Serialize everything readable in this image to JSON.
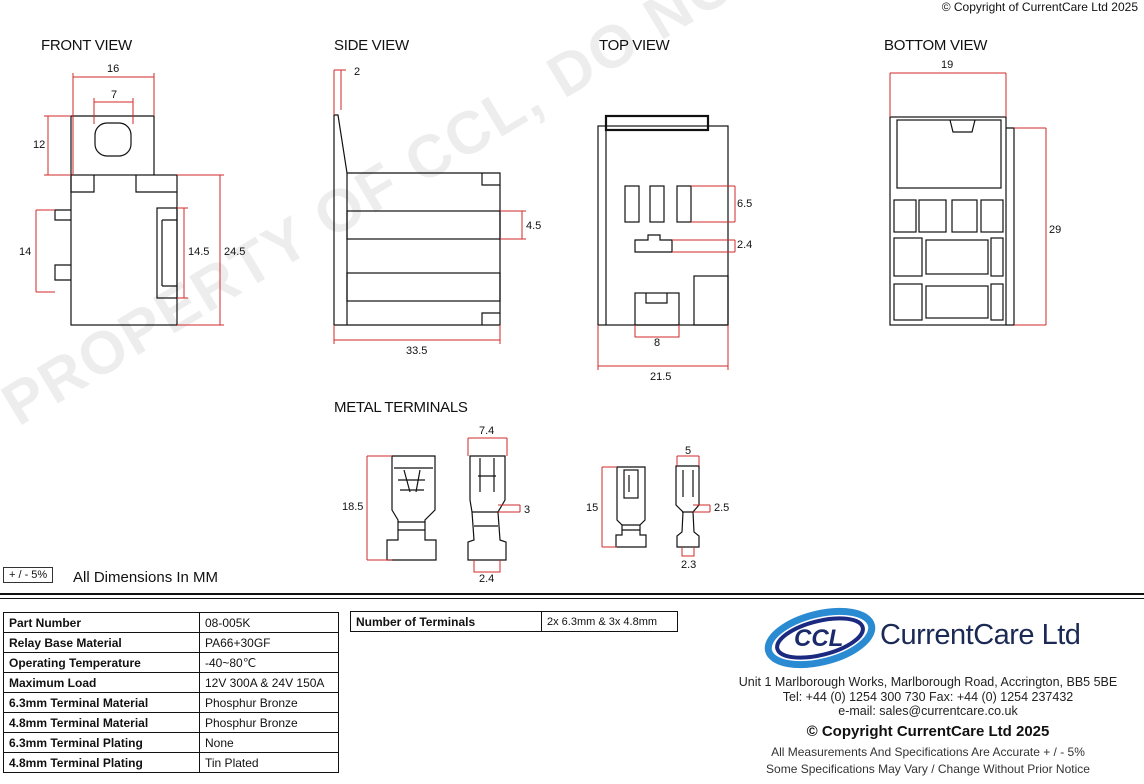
{
  "copyright_top": "© Copyright of CurrentCare Ltd 2025",
  "watermark": "PROPERTY OF CCL, DO NOT COPY OR PUBLISH",
  "views": {
    "front": "FRONT VIEW",
    "side": "SIDE VIEW",
    "top": "TOP VIEW",
    "bottom": "BOTTOM VIEW",
    "terminals": "METAL TERMINALS"
  },
  "dims": {
    "front_w": "16",
    "front_slot": "7",
    "front_h_tab": "12",
    "front_14": "14",
    "front_145": "14.5",
    "front_245": "24.5",
    "side_2": "2",
    "side_45": "4.5",
    "side_335": "33.5",
    "top_65": "6.5",
    "top_24": "2.4",
    "top_8": "8",
    "top_215": "21.5",
    "bottom_19": "19",
    "bottom_29": "29",
    "t1_74": "7.4",
    "t1_185": "18.5",
    "t1_3": "3",
    "t1_24": "2.4",
    "t2_5": "5",
    "t2_15": "15",
    "t2_25": "2.5",
    "t2_23": "2.3"
  },
  "tolerance": "+ / - 5%",
  "all_dims": "All Dimensions In MM",
  "specs": [
    {
      "k": "Part Number",
      "v": "08-005K"
    },
    {
      "k": "Relay Base Material",
      "v": "PA66+30GF"
    },
    {
      "k": "Operating Temperature",
      "v": "-40~80℃"
    },
    {
      "k": "Maximum Load",
      "v": "12V 300A & 24V 150A"
    },
    {
      "k": "6.3mm Terminal Material",
      "v": "Phosphur Bronze"
    },
    {
      "k": "4.8mm Terminal Material",
      "v": "Phosphur Bronze"
    },
    {
      "k": "6.3mm Terminal Plating",
      "v": "None"
    },
    {
      "k": "4.8mm Terminal Plating",
      "v": "Tin Plated"
    }
  ],
  "terminals": {
    "k": "Number of Terminals",
    "v": "2x 6.3mm & 3x 4.8mm"
  },
  "company": {
    "logo_text": "CCL",
    "name": "CurrentCare Ltd",
    "address": "Unit 1 Marlborough Works, Marlborough Road, Accrington, BB5 5BE",
    "tel": "Tel:  +44 (0) 1254 300 730 Fax:  +44 (0) 1254 237432",
    "email": "e-mail:  sales@currentcare.co.uk",
    "copyright": "© Copyright CurrentCare Ltd 2025",
    "note1": "All Measurements And Specifications Are Accurate + / - 5%",
    "note2": "Some Specifications May Vary / Change Without Prior Notice"
  }
}
